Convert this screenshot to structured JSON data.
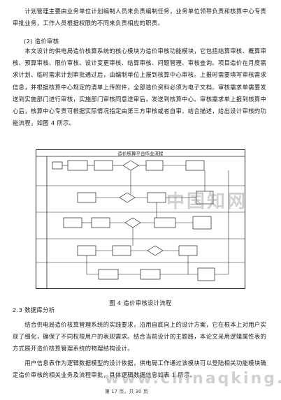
{
  "paragraphs": {
    "p1": "　　计划管理主要由业务单位计划编制人员来负责编制任务，业务单位领导负责和核算中心专责审批业务，工作人员根据权限的不同来负责相应的职责。",
    "h1": "(2)  造价审核",
    "p2": "　　本文设计的供电局造价核算系统的核心模块为造价审核功能模块，它包括结算审核、概算审核、预算审核、限价审核、设计变更审核、结算审核、问题管理、审核查询。项目造价在月度需求计划、临时需求计划审批通过后，由编制单位上报到核算中心审核。上报时需要填写审核需求信息，并根据核算中心规定的清单上传附件，全部造价资料必须为电子文档。审核需求单需要发送到实施部门进行审核，实施部门审核同意送审后，发送到核算中心。审核需求单上报到核算中心后，核算中心专责可根据实际情况指定由第三方审核或者自审。结合描述，给出设计审核的功能流程，如图 4 所示。",
    "caption": "图 4  造价审核设计流程",
    "h2": "2.3  数据库分析",
    "p3": "　　结合供电局造价核算管理系统的实践要求，沿用自底向上的设计方案，它在根本上对用户实现了细化，确保了不同权限用户的表现需求。结合当前设计的主题路，本论文采用逻辑属性表的方式展开造价核算管理系统的物理结构设计。",
    "p4": "　　用户信息表作为逻辑数据模型的设计依据，供电局工作通过该模块可以登陆相关功能模块确定造价审核的相关业务及流程审批，具体逻辑数据信息如表 1 所示。"
  },
  "figure": {
    "title": "造价核算平台作业流程"
  },
  "watermarks": {
    "cn": "中国知网",
    "en": "www.chinaqking.com"
  },
  "footer": "第 17 页，共 30 页"
}
